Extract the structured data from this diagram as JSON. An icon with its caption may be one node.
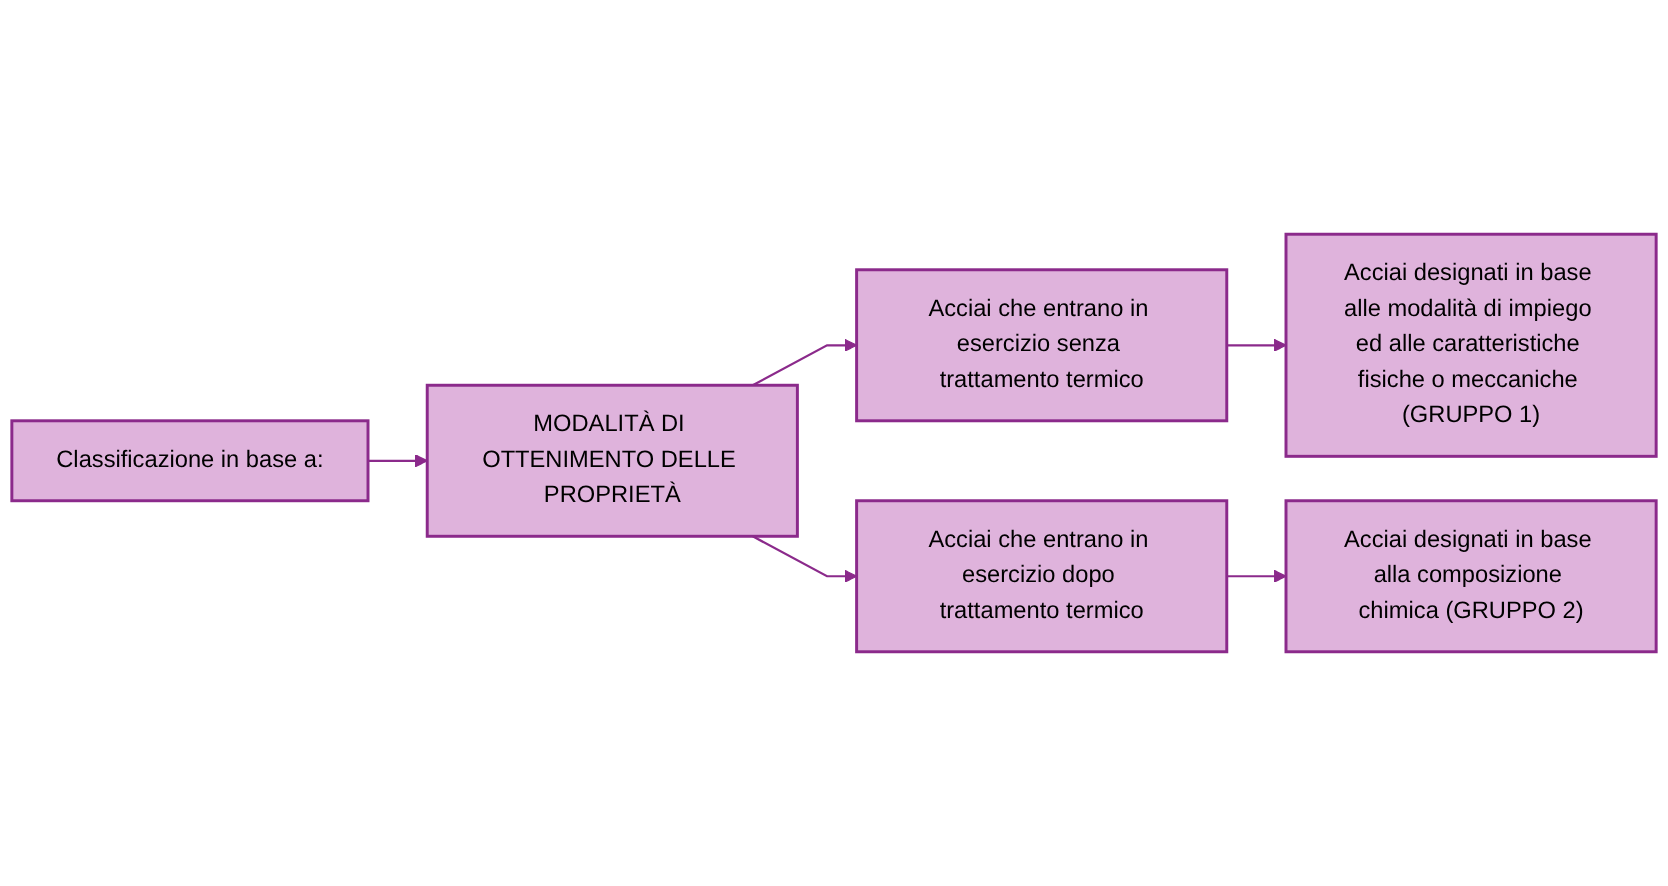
{
  "diagram": {
    "nodes": [
      {
        "text": [
          "Classificazione in base a:"
        ]
      },
      {
        "text": [
          "MODALITÀ DI OTTENIMENTO DELLE PROPRIETÀ"
        ]
      },
      {
        "text": [
          "Acciai che entrano in esercizio senza trattamento termico"
        ]
      },
      {
        "text": [
          "Acciai designati in base alle modalità di impiego ed alle caratteristiche fisiche o meccaniche (GRUPPO 1)"
        ]
      },
      {
        "text": [
          "Acciai che entrano in esercizio dopo trattamento termico"
        ]
      },
      {
        "text": [
          "Acciai designati in base alla composizione chimica (GRUPPO 2)"
        ]
      }
    ],
    "edges": [
      {
        "from": 0,
        "to": 1,
        "arrow": "to"
      },
      {
        "from": 1,
        "to": 2,
        "arrow": "to"
      },
      {
        "from": 1,
        "to": 4,
        "arrow": "to"
      },
      {
        "from": 2,
        "to": 3,
        "arrow": "to"
      },
      {
        "from": 4,
        "to": 5,
        "arrow": "to"
      }
    ]
  }
}
